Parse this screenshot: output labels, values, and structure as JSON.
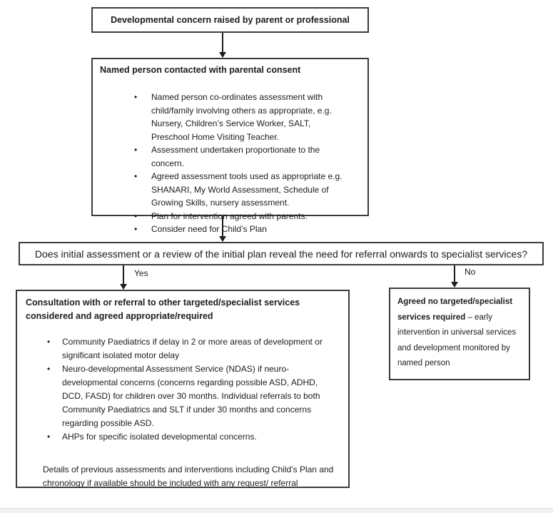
{
  "colors": {
    "border": "#3b3b3b",
    "text": "#1c1c1c",
    "arrow": "#1c1c1c",
    "background": "#ffffff"
  },
  "flowchart": {
    "top_box": {
      "text": "Developmental concern raised by parent or professional"
    },
    "named_person_box": {
      "title": "Named person contacted with parental consent",
      "bullets": [
        "Named person co-ordinates assessment with child/family involving others as appropriate, e.g. Nursery, Children’s Service Worker, SALT, Preschool Home Visiting Teacher.",
        "Assessment undertaken proportionate to the concern.",
        "Agreed assessment tools used as appropriate e.g. SHANARI, My World Assessment, Schedule of Growing Skills, nursery assessment.",
        "Plan for intervention agreed with parents.",
        "Consider need for Child’s Plan"
      ]
    },
    "question_box": {
      "text": "Does initial assessment or a review of the initial plan reveal the need for referral onwards to specialist services?"
    },
    "branches": {
      "yes_label": "Yes",
      "no_label": "No"
    },
    "consultation_box": {
      "title": "Consultation with or referral to other targeted/specialist services considered and agreed appropriate/required",
      "bullets": [
        "Community Paediatrics if delay in 2 or more areas of development or significant isolated motor delay",
        "Neuro-developmental Assessment Service (NDAS) if neuro-developmental concerns (concerns regarding possible ASD, ADHD, DCD, FASD) for children over 30 months. Individual referrals to both Community Paediatrics and SLT if under 30 months and concerns regarding possible ASD.",
        "AHPs for specific isolated developmental concerns."
      ],
      "note": "Details of previous assessments and interventions including Child’s Plan and chronology if available should be included with any request/ referral"
    },
    "no_services_box": {
      "bold_text": "Agreed no targeted/specialist services required",
      "regular_text": "– early intervention in universal services and development monitored by named person"
    }
  }
}
